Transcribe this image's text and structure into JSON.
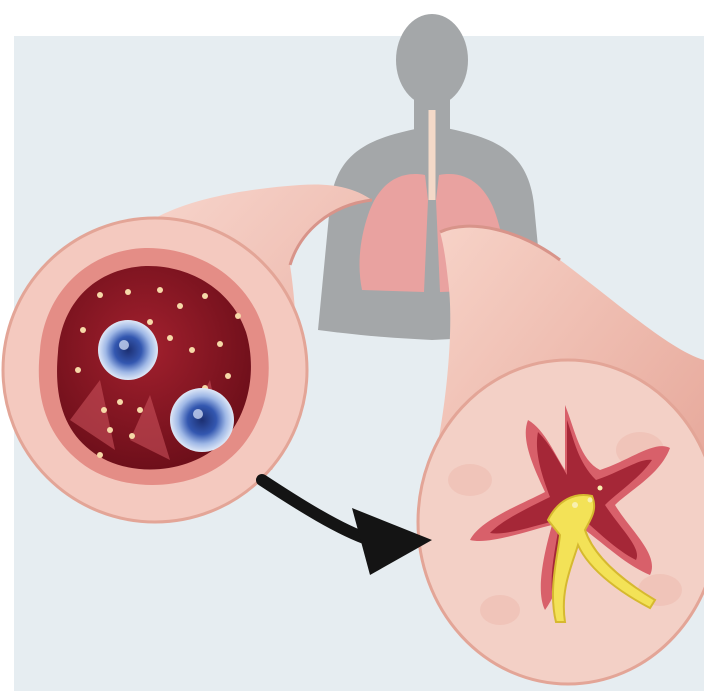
{
  "illustration": {
    "subject": "asthma-airway-illustration",
    "colors": {
      "background": "#e6edf1",
      "silhouette": "#a4a7a9",
      "lung": "#e9a2a0",
      "tissue": "#f2c8bd",
      "tissue_shade": "#e5a79b",
      "inflamed_lumen": "#8b1522",
      "constricted_lumen": "#c8464f",
      "mucus": "#f3e257",
      "immune_cell": "#2e4f9e",
      "arrow": "#141414"
    },
    "icons": [
      "human-silhouette",
      "lungs",
      "airway-tube",
      "immune-cell",
      "mucus",
      "arrow"
    ]
  }
}
